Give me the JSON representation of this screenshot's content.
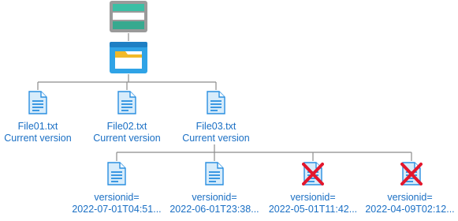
{
  "diagram": {
    "storage_account_icon": "storage-account-icon",
    "container_icon": "blob-container-icon",
    "files": [
      {
        "name": "File01.txt",
        "status": "Current version"
      },
      {
        "name": "File02.txt",
        "status": "Current version"
      },
      {
        "name": "File03.txt",
        "status": "Current version"
      }
    ],
    "versions": [
      {
        "label": "versionid=",
        "value": "2022-07-01T04:51...",
        "deleted": false
      },
      {
        "label": "versionid=",
        "value": "2022-06-01T23:38...",
        "deleted": false
      },
      {
        "label": "versionid=",
        "value": "2022-05-01T11:42...",
        "deleted": true
      },
      {
        "label": "versionid=",
        "value": "2022-04-09T02:12...",
        "deleted": true
      }
    ],
    "colors": {
      "connector": "#8c8c8c",
      "label_text": "#1a6fc4",
      "doc_blue": "#2a8fe0",
      "doc_light": "#d7ecfb",
      "delete_red": "#e3172d"
    }
  }
}
